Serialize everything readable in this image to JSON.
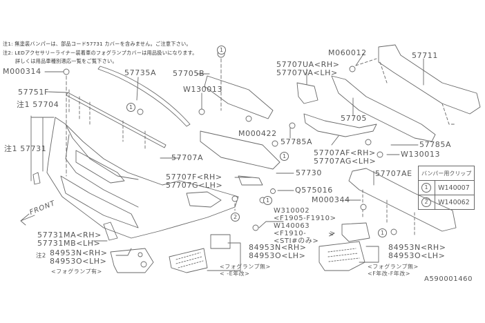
{
  "notes": [
    "注1: 無塗装バンパーは、部品コード57731 カバーを含みません。ご注意下さい。",
    "注2: LEDアクセサリーライナー装着車のフォグランプカバーは用品扱いになります。",
    "詳しくは用品車種別適応一覧をご覧下さい。"
  ],
  "labels": {
    "m000314": "M000314",
    "p57751f": "57751F",
    "p57704": "注1 57704",
    "p57731": "注1 57731",
    "p57735a": "57735A",
    "p57705b": "57705B",
    "w130013_a": "W130013",
    "p57707ua": "57707UA<RH>",
    "p57707va": "57707VA<LH>",
    "m060012": "M060012",
    "p57711": "57711",
    "p57705": "57705",
    "m000422": "M000422",
    "p57785a_a": "57785A",
    "p57785a_b": "57785A",
    "w130013_b": "W130013",
    "p57707af": "57707AF<RH>",
    "p57707ag": "57707AG<LH>",
    "p57707a": "57707A",
    "p57730": "57730",
    "p57707f": "57707F<RH>",
    "p57707g": "57707G<LH>",
    "q575016": "Q575016",
    "p57707ae": "57707AE",
    "m000344": "M000344",
    "w310002": "W310002",
    "f1905": "<F1905-F1910>",
    "w140063": "W140063",
    "f1910": "<F1910-",
    "sti": "<STI#のみ>",
    "gt": ">",
    "gt2": ">",
    "p57731ma": "57731MA<RH>",
    "p57731mb": "57731MB<LH>",
    "note2_prefix": "注2",
    "p84953n_a": "84953N<RH>",
    "p84953o_a": "84953O<LH>",
    "p84953n_b": "84953N<RH>",
    "p84953o_b": "84953O<LH>",
    "p84953n_c": "84953N<RH>",
    "p84953o_c": "84953O<LH>",
    "fog_with": "<フォグランプ有>",
    "fog_without_e1": "<フォグランプ無>",
    "fog_without_e2": "<        -E年改>",
    "fog_without_f1": "<フォグランプ無>",
    "fog_without_f2": "<F年改-F年改>",
    "front": "FRONT",
    "diagram_id": "A590001460"
  },
  "bubbles": [
    "1",
    "1",
    "1",
    "1",
    "1",
    "2",
    "1"
  ],
  "clip_table": {
    "header": "バンパー用クリップ",
    "rows": [
      {
        "mark": "1",
        "part": "W140007"
      },
      {
        "mark": "2",
        "part": "W140062"
      }
    ]
  }
}
